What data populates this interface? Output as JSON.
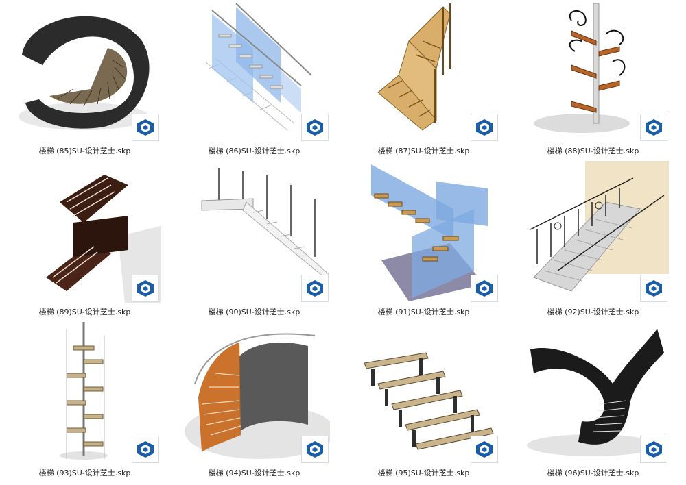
{
  "files": [
    {
      "name": "楼梯 (85)SU-设计芝士.skp",
      "style": "black-spiral"
    },
    {
      "name": "楼梯 (86)SU-设计芝士.skp",
      "style": "glass-straight"
    },
    {
      "name": "楼梯 (87)SU-设计芝士.skp",
      "style": "wood-lturn"
    },
    {
      "name": "楼梯 (88)SU-设计芝士.skp",
      "style": "iron-spiral"
    },
    {
      "name": "楼梯 (89)SU-设计芝士.skp",
      "style": "dark-switchback"
    },
    {
      "name": "楼梯 (90)SU-设计芝士.skp",
      "style": "white-suspended"
    },
    {
      "name": "楼梯 (91)SU-设计芝士.skp",
      "style": "glass-uturn"
    },
    {
      "name": "楼梯 (92)SU-设计芝士.skp",
      "style": "stone-iron"
    },
    {
      "name": "楼梯 (93)SU-设计芝士.skp",
      "style": "tall-spiral"
    },
    {
      "name": "楼梯 (94)SU-设计芝士.skp",
      "style": "curved-wall"
    },
    {
      "name": "楼梯 (95)SU-设计芝士.skp",
      "style": "bench-steps"
    },
    {
      "name": "楼梯 (96)SU-设计芝士.skp",
      "style": "black-helix"
    }
  ],
  "badge_icon": "sketchup-logo-icon",
  "colors": {
    "caption": "#222222",
    "badge_blue": "#1a5da8",
    "wood": "#c8833f",
    "glass": "#7ea9e0"
  }
}
